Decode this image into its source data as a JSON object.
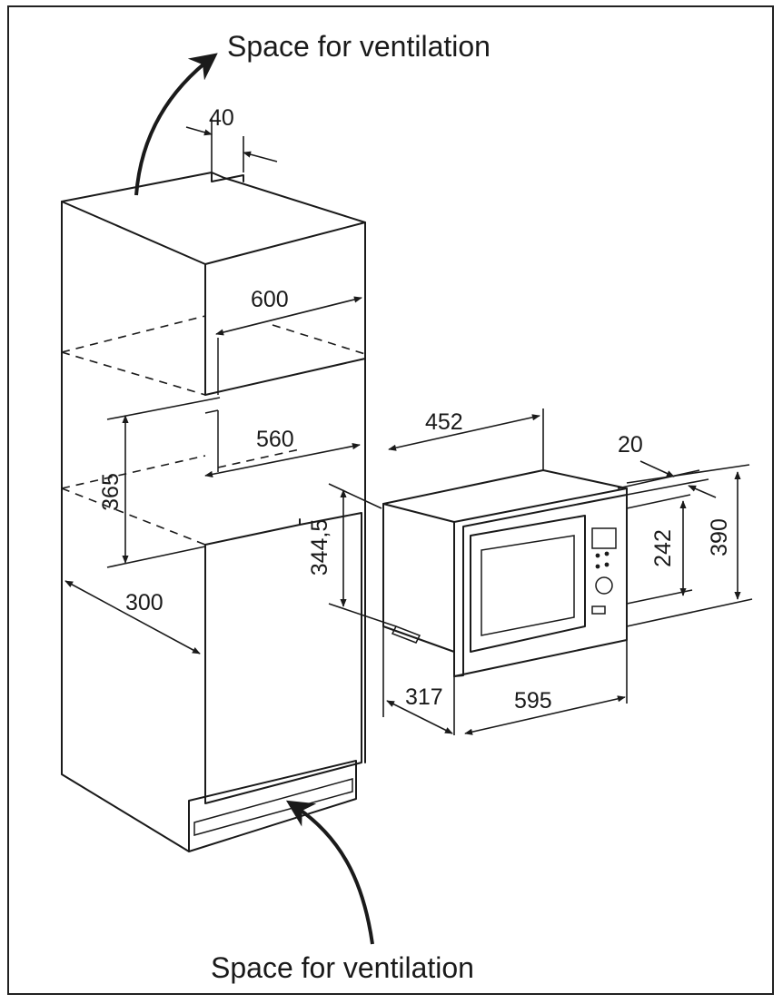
{
  "labels": {
    "vent_top": "Space for ventilation",
    "vent_bottom": "Space for ventilation"
  },
  "dimensions": {
    "d40": "40",
    "d600": "600",
    "d560": "560",
    "d365": "365",
    "d300": "300",
    "d344_5": "344,5",
    "d452": "452",
    "d20": "20",
    "d242": "242",
    "d390": "390",
    "d317": "317",
    "d595": "595"
  }
}
